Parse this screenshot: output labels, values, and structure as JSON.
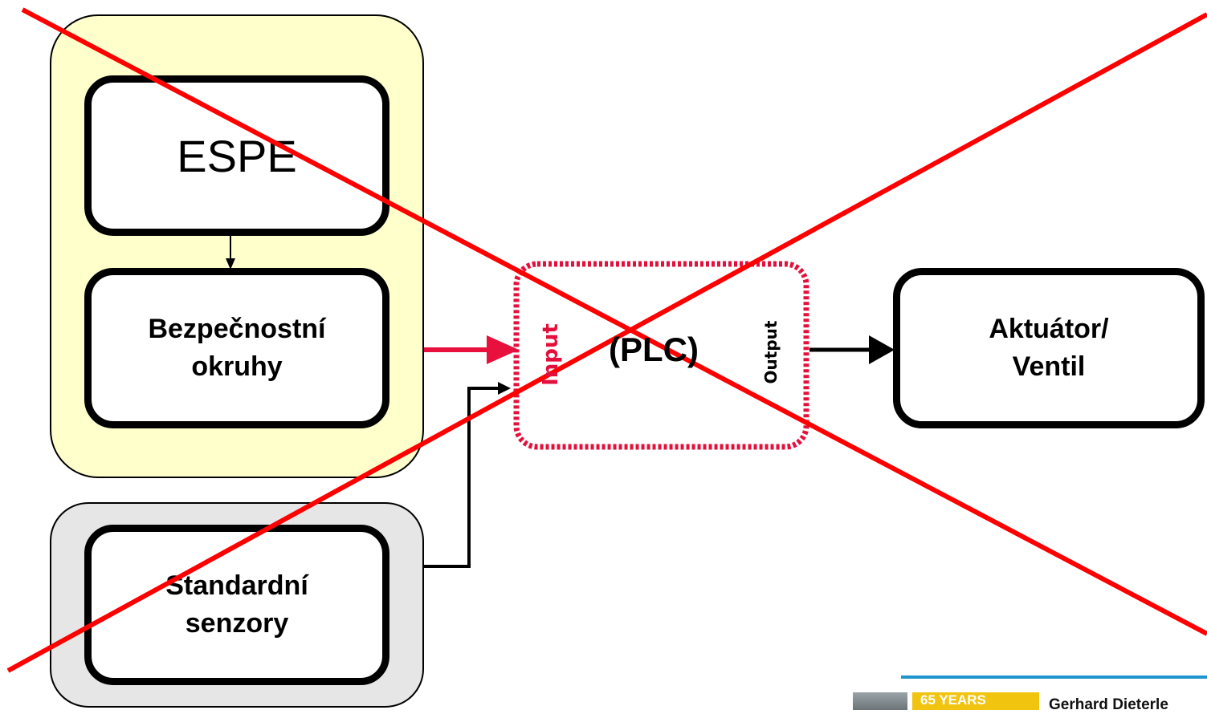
{
  "diagram": {
    "espe": {
      "label": "ESPE"
    },
    "safety_circuits": {
      "label_line1": "Bezpečnostní",
      "label_line2": "okruhy"
    },
    "standard_sensors": {
      "label_line1": "Standardní",
      "label_line2": "senzory"
    },
    "plc": {
      "label": "(PLC)",
      "input_label": "Input",
      "output_label": "Output"
    },
    "actuator": {
      "label_line1": "Aktuátor/",
      "label_line2": "Ventil"
    }
  },
  "footer": {
    "badge_text": "65 YEARS",
    "author": "Gerhard Dieterle"
  },
  "colors": {
    "safety_group_fill": "#ffffcc",
    "sensor_group_fill": "#e6e6e6",
    "cross_out": "#ff0000",
    "plc_border": "#e4103c",
    "footer_rule": "#1f95cf"
  }
}
